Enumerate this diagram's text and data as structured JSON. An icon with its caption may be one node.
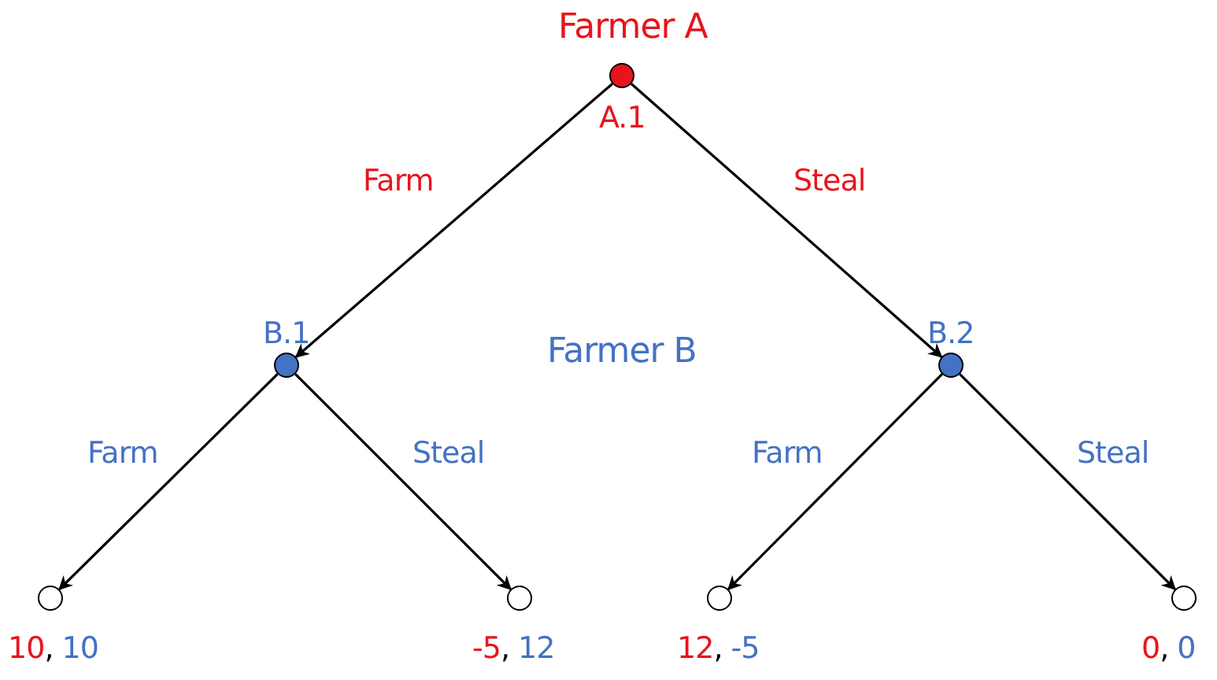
{
  "diagram": {
    "nodes": [
      {
        "text": [],
        "shape": "circle",
        "beside": [
          "Farmer A",
          "A.1"
        ]
      },
      {
        "text": [],
        "shape": "circle",
        "beside": [
          "B.1"
        ]
      },
      {
        "text": [],
        "shape": "circle",
        "beside": [
          "B.2"
        ]
      },
      {
        "text": [],
        "shape": "circle",
        "beside": [
          "10, 10"
        ]
      },
      {
        "text": [],
        "shape": "circle",
        "beside": [
          "-5, 12"
        ]
      },
      {
        "text": [],
        "shape": "circle",
        "beside": [
          "12, -5"
        ]
      },
      {
        "text": [],
        "shape": "circle",
        "beside": [
          "0, 0"
        ]
      }
    ],
    "edges": [
      {
        "from": 0,
        "to": 1,
        "arrow": "to",
        "label": "Farm"
      },
      {
        "from": 0,
        "to": 2,
        "arrow": "to",
        "label": "Steal"
      },
      {
        "from": 1,
        "to": 3,
        "arrow": "to",
        "label": "Farm"
      },
      {
        "from": 1,
        "to": 4,
        "arrow": "to",
        "label": "Steal"
      },
      {
        "from": 2,
        "to": 5,
        "arrow": "to",
        "label": "Farm"
      },
      {
        "from": 2,
        "to": 6,
        "arrow": "to",
        "label": "Steal"
      }
    ],
    "labels": [
      "Farmer B"
    ]
  }
}
